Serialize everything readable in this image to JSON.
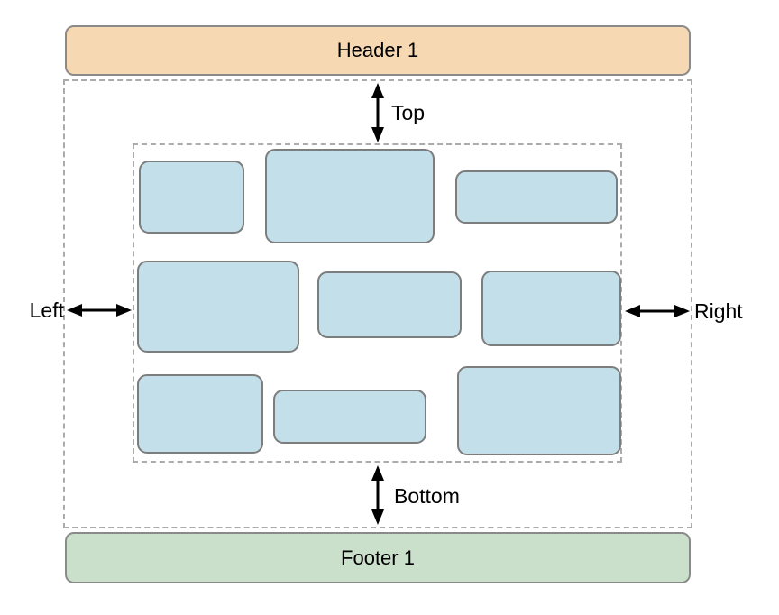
{
  "header": {
    "label": "Header 1"
  },
  "footer": {
    "label": "Footer 1"
  },
  "inset_labels": {
    "top": "Top",
    "bottom": "Bottom",
    "left": "Left",
    "right": "Right"
  },
  "icons": {
    "top_arrow": "double-arrow-vertical",
    "bottom_arrow": "double-arrow-vertical",
    "left_arrow": "double-arrow-horizontal",
    "right_arrow": "double-arrow-horizontal"
  },
  "cells": {
    "count": 9
  },
  "colors": {
    "background": "#ffffff",
    "header_fill": "#f6d8b3",
    "footer_fill": "#cbe0ca",
    "cell_fill": "#c2dfea",
    "cell_border": "#7d7d7d",
    "bar_border": "#8a8a8a",
    "dashed_border": "#ababab",
    "arrow": "#000000",
    "text": "#000000"
  }
}
